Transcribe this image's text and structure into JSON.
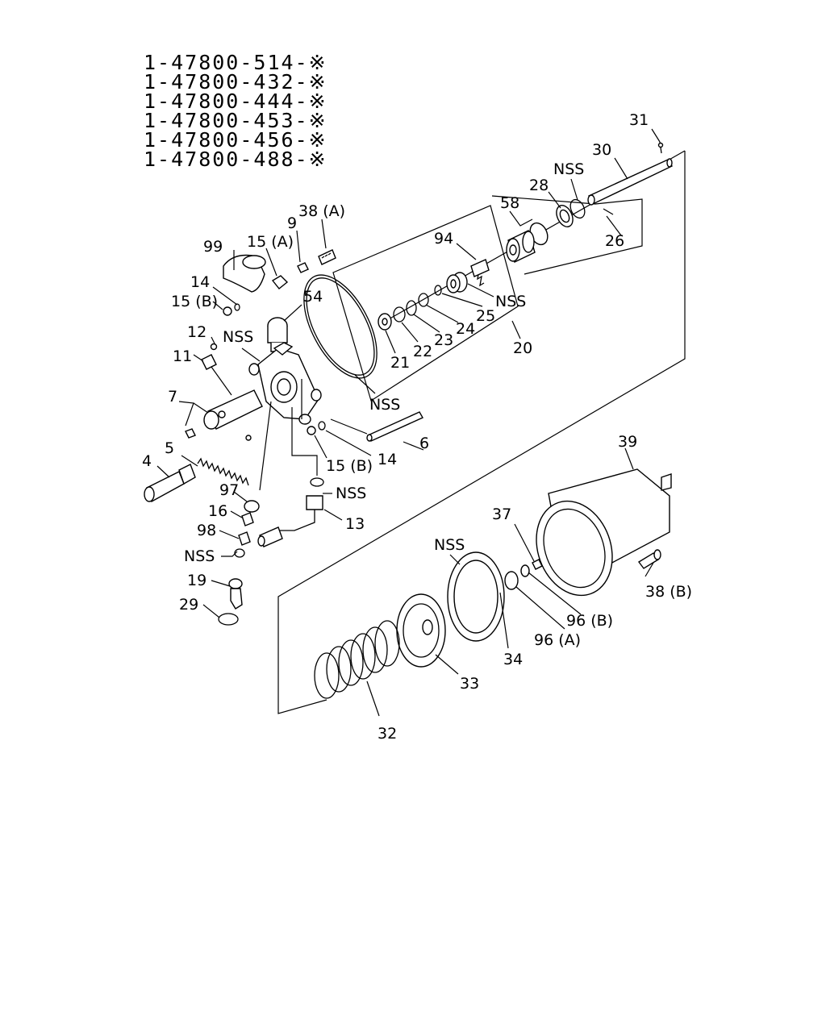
{
  "part_numbers": [
    "1-47800-514-※",
    "1-47800-432-※",
    "1-47800-444-※",
    "1-47800-453-※",
    "1-47800-456-※",
    "1-47800-488-※"
  ],
  "callouts": {
    "c31": "31",
    "c30": "30",
    "c28": "28",
    "c58": "58",
    "c26": "26",
    "c94": "94",
    "c25": "25",
    "c24": "24",
    "c23": "23",
    "c22": "22",
    "c21": "21",
    "c20": "20",
    "c99": "99",
    "c9": "9",
    "c38a": "38 (A)",
    "c15a": "15 (A)",
    "c14a": "14",
    "c15b1": "15 (B)",
    "c54": "54",
    "c12": "12",
    "c11": "11",
    "c7": "7",
    "c5": "5",
    "c4": "4",
    "c6": "6",
    "c14b": "14",
    "c15b2": "15 (B)",
    "c13": "13",
    "c97": "97",
    "c16": "16",
    "c98": "98",
    "c19": "19",
    "c29": "29",
    "c39": "39",
    "c37": "37",
    "c38b": "38 (B)",
    "c96b": "96 (B)",
    "c96a": "96 (A)",
    "c34": "34",
    "c33": "33",
    "c32": "32",
    "nss_28": "NSS",
    "nss_25": "NSS",
    "nss_body": "NSS",
    "nss_ring": "NSS",
    "nss_13": "NSS",
    "nss_98": "NSS",
    "nss_33": "NSS"
  }
}
